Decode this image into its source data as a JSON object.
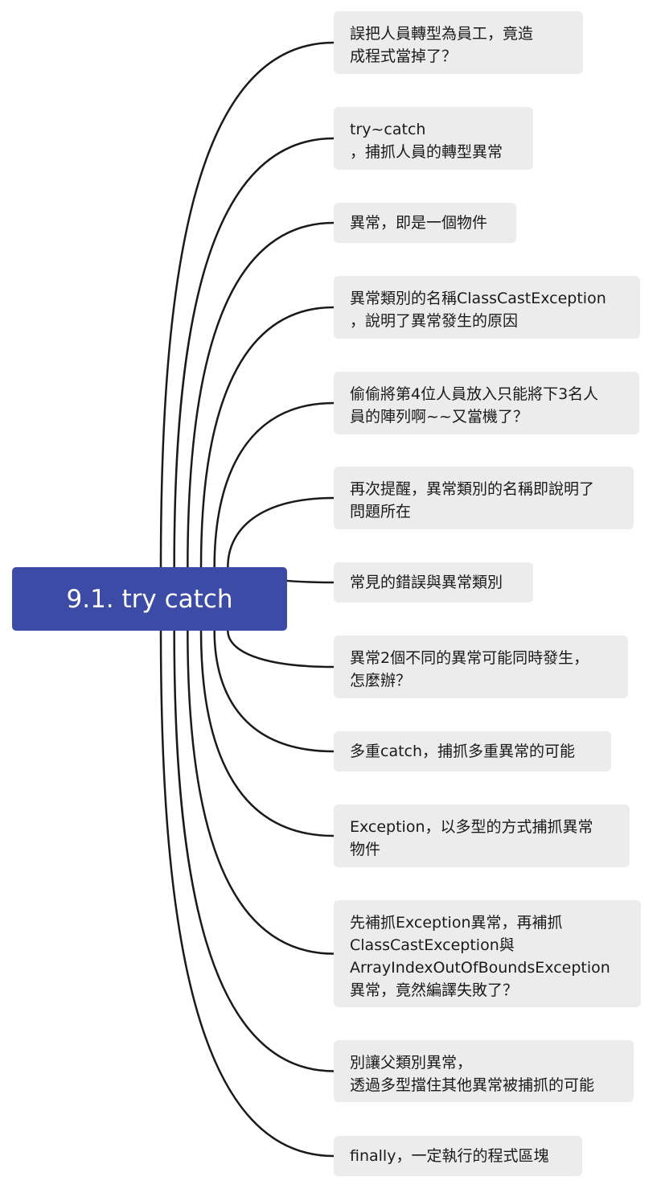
{
  "root": {
    "label": "9.1. try catch"
  },
  "topics": [
    "誤把人員轉型為員工，竟造\n成程式當掉了？",
    "try~catch\n，捕抓人員的轉型異常",
    "異常，即是一個物件",
    "異常類別的名稱ClassCastException\n，說明了異常發生的原因",
    "偷偷將第4位人員放入只能將下3名人\n員的陣列啊~~又當機了？",
    "再次提醒，異常類別的名稱即說明了\n問題所在",
    "常見的錯誤與異常類別",
    "異常2個不同的異常可能同時發生，\n怎麼辦？",
    "多重catch，捕抓多重異常的可能",
    "Exception，以多型的方式捕抓異常\n物件",
    "先補抓Exception異常，再補抓\nClassCastException與\nArrayIndexOutOfBoundsException\n異常，竟然編譯失敗了？",
    "別讓父類別異常，\n透過多型擋住其他異常被捕抓的可能",
    "finally，一定執行的程式區塊"
  ],
  "colors": {
    "root": "#3c4ba5",
    "topic_bg": "#ececec",
    "line": "#1a1a1a"
  }
}
